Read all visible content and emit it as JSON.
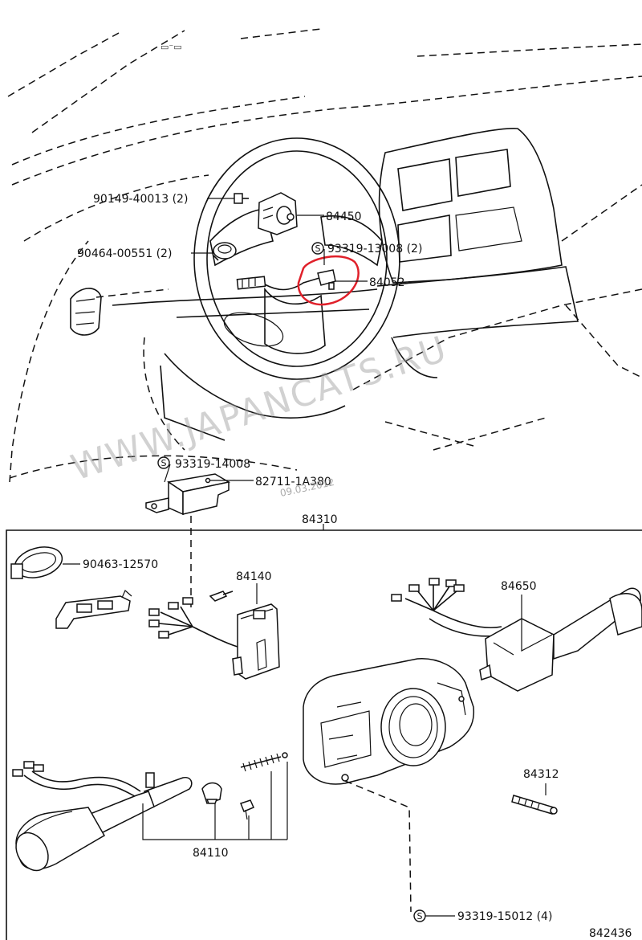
{
  "watermark": "WWW.JAPANCATS.RU",
  "stamp": "09.03.2012",
  "diagram_number": "842436",
  "group_label": "84310",
  "callouts": {
    "c1": "90149-40013 (2)",
    "c2": "84450",
    "c3": "90464-00551 (2)",
    "c4": "93319-13008 (2)",
    "c5": "84052",
    "c6": "93319-14008",
    "c7": "82711-1A380",
    "c8": "90463-12570",
    "c9": "84140",
    "c10": "84650",
    "c11": "84312",
    "c12": "84110",
    "c13": "93319-15012 (4)"
  },
  "symbol": "S",
  "highlight_color": "#e0202a",
  "line_color": "#111111"
}
